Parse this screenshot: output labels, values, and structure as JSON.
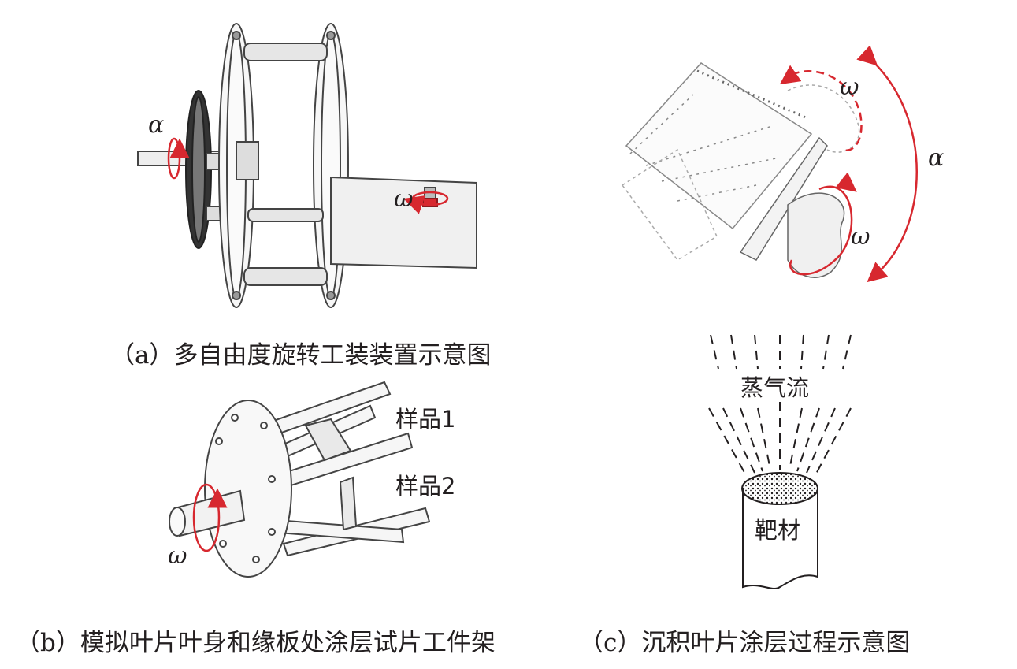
{
  "captions": {
    "a": "（a）多自由度旋转工装装置示意图",
    "b": "（b）模拟叶片叶身和缘板处涂层试片工件架",
    "c": "（c）沉积叶片涂层过程示意图"
  },
  "panel_a": {
    "omega": "ω",
    "alpha": "α"
  },
  "panel_b": {
    "sample1": "样品1",
    "sample2": "样品2",
    "omega": "ω"
  },
  "panel_c": {
    "omega_top": "ω",
    "omega_bottom": "ω",
    "alpha": "α",
    "vapor": "蒸气流",
    "target": "靶材"
  },
  "colors": {
    "arrow": "#d7282f",
    "line": "#231f20",
    "drawing": "#555555"
  }
}
